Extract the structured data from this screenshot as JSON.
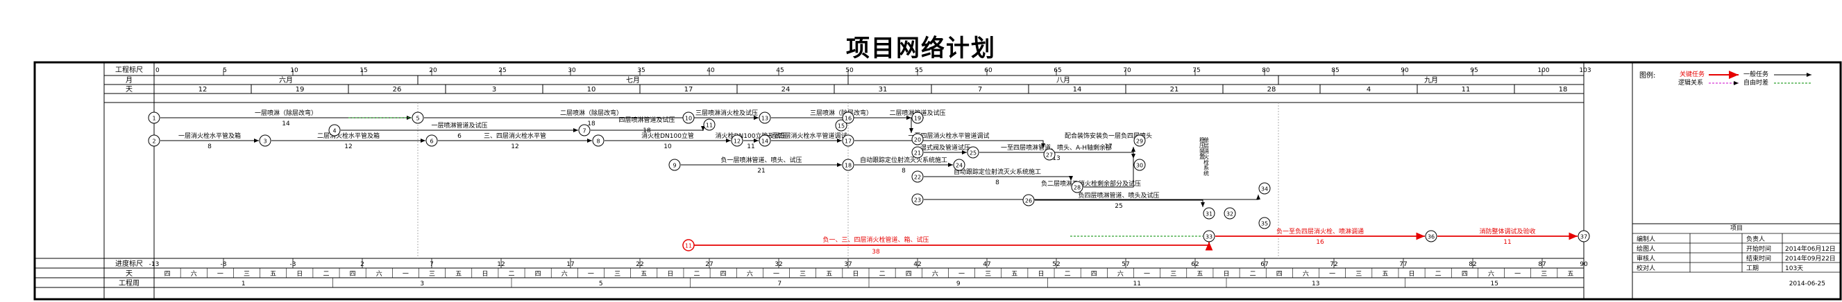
{
  "title": "项目网络计划",
  "row_labels": {
    "top_scale": "工程标尺",
    "month": "月",
    "day": "天",
    "bottom_scale": "进度标尺",
    "weekday": "天",
    "week": "工程周"
  },
  "top_scale_ticks": [
    "0",
    "5",
    "10",
    "15",
    "20",
    "25",
    "30",
    "35",
    "40",
    "45",
    "50",
    "55",
    "60",
    "65",
    "70",
    "75",
    "80",
    "85",
    "90",
    "95",
    "100",
    "103"
  ],
  "months": [
    "六月",
    "七月",
    "八月",
    "九月"
  ],
  "days": [
    "12",
    "19",
    "26",
    "3",
    "10",
    "17",
    "24",
    "31",
    "7",
    "14",
    "21",
    "28",
    "4",
    "11",
    "18"
  ],
  "bottom_scale_ticks": [
    "-13",
    "-8",
    "-3",
    "2",
    "7",
    "12",
    "17",
    "22",
    "27",
    "32",
    "37",
    "42",
    "47",
    "52",
    "57",
    "62",
    "67",
    "72",
    "77",
    "82",
    "87",
    "90"
  ],
  "weekdays": [
    "四",
    "六",
    "一",
    "三",
    "五",
    "日",
    "二",
    "四",
    "六",
    "一",
    "三",
    "五",
    "日",
    "二",
    "四",
    "六",
    "一",
    "三",
    "五",
    "日",
    "二",
    "四",
    "六",
    "一",
    "三",
    "五",
    "日",
    "二",
    "四",
    "六",
    "一",
    "三",
    "五",
    "日",
    "二",
    "四",
    "六",
    "一",
    "三",
    "五",
    "日",
    "二",
    "四",
    "六",
    "一",
    "三",
    "五",
    "日",
    "二",
    "四",
    "六",
    "一",
    "三",
    "五"
  ],
  "weeks": [
    "1",
    "3",
    "5",
    "7",
    "9",
    "11",
    "13",
    "15"
  ],
  "nodes": [
    "1",
    "2",
    "3",
    "4",
    "5",
    "6",
    "7",
    "8",
    "9",
    "10",
    "11",
    "12",
    "13",
    "14",
    "15",
    "16",
    "17",
    "18",
    "19",
    "20",
    "21",
    "22",
    "23",
    "24",
    "25",
    "26",
    "27",
    "28",
    "29",
    "30",
    "31",
    "32",
    "33",
    "34",
    "35",
    "36",
    "37"
  ],
  "tasks": [
    {
      "name": "一层喷淋（除层改弯）",
      "duration": "14"
    },
    {
      "name": "二层喷淋（除层改弯）",
      "duration": "18"
    },
    {
      "name": "三层喷淋（除层改弯）",
      "duration": ""
    },
    {
      "name": "一层消火栓水平管及箱",
      "duration": "8"
    },
    {
      "name": "二层消火栓水平管及箱",
      "duration": "12"
    },
    {
      "name": "三、四层消火栓水平管",
      "duration": "12"
    },
    {
      "name": "消火栓DN100立管",
      "duration": "10"
    },
    {
      "name": "三层喷淋消火栓及试压",
      "duration": ""
    },
    {
      "name": "四层喷淋管道及试压",
      "duration": "18"
    },
    {
      "name": "一层喷淋管道及试压",
      "duration": "6"
    },
    {
      "name": "二层喷淋管道及试压",
      "duration": ""
    },
    {
      "name": "消火栓DN100立管及试压",
      "duration": "11"
    },
    {
      "name": "一至四层消火栓水平管道调试",
      "duration": ""
    },
    {
      "name": "负一层喷淋管道、喷头、试压",
      "duration": "21"
    },
    {
      "name": "引至三期管道",
      "duration": "5"
    },
    {
      "name": "自动跟踪定位射流灭火系统施工",
      "duration": "8"
    },
    {
      "name": "湿式阀及管道试压",
      "duration": ""
    },
    {
      "name": "一至四层喷淋管道、喷头、A-H轴剩余部",
      "duration": "13"
    },
    {
      "name": "配合装饰安装负一层负四层喷头",
      "duration": "17"
    },
    {
      "name": "负二层喷淋及消火栓剩余部分及试压",
      "duration": ""
    },
    {
      "name": "负四层喷淋管道、喷头及试压",
      "duration": "25"
    },
    {
      "name": "负一、三、四层消火栓管道、箱、试压",
      "duration": "38"
    },
    {
      "name": "负一至负四层消火栓、喷淋调通",
      "duration": "16"
    },
    {
      "name": "消防整体调试及验收",
      "duration": "11"
    },
    {
      "name": "喷淋末端",
      "duration": "15"
    },
    {
      "name": "稳压装置",
      "duration": "2"
    },
    {
      "name": "单层消火栓系统",
      "duration": ""
    }
  ],
  "legend": {
    "label": "图例:",
    "critical": "关键任务",
    "normal": "一般任务",
    "logic": "逻辑关系",
    "float": "自由时差",
    "critical_color": "#e60000",
    "logic_color": "#cc00cc",
    "float_color": "#2fa02f"
  },
  "info_table": {
    "project_label": "项目",
    "rows": [
      {
        "left": "编制人",
        "mid": "负责人",
        "right": ""
      },
      {
        "left": "绘图人",
        "mid": "开始时间",
        "right": "2014年06月12日"
      },
      {
        "left": "审核人",
        "mid": "结束时间",
        "right": "2014年09月22日"
      },
      {
        "left": "校对人",
        "mid": "工期",
        "right": "103天"
      }
    ],
    "footer_date": "2014-06-25"
  }
}
